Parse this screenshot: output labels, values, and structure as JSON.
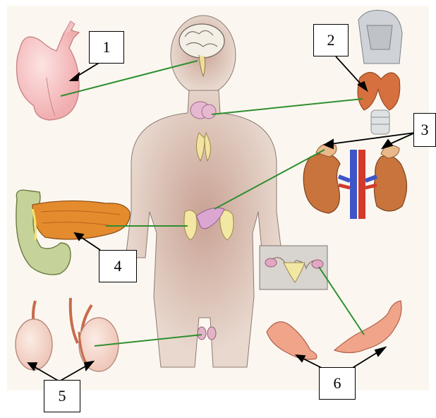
{
  "labels": [
    {
      "id": "label-1",
      "text": "1"
    },
    {
      "id": "label-2",
      "text": "2"
    },
    {
      "id": "label-3",
      "text": "3"
    },
    {
      "id": "label-4",
      "text": "4"
    },
    {
      "id": "label-5",
      "text": "5"
    },
    {
      "id": "label-6",
      "text": "6"
    }
  ],
  "colors": {
    "body": "#e5d3c9",
    "body_center": "#c9a294",
    "leader_line": "#2f8f2f",
    "pituitary": "#f4c1c1",
    "thyroid": "#d9724e",
    "adrenal_kidney": "#c9763f",
    "pancreas": "#e48b2e",
    "testis": "#f4d3c8",
    "ovary": "#f0a48a",
    "background": "#fbf6ee"
  }
}
